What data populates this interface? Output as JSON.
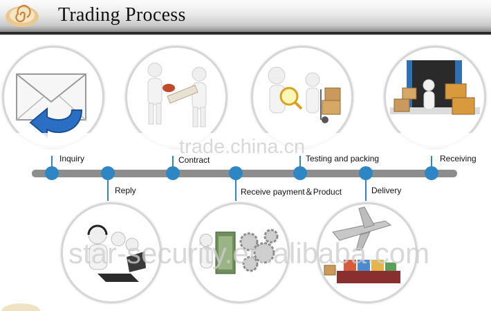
{
  "header": {
    "title": "Trading Process"
  },
  "steps_top": [
    {
      "label": "Inquiry",
      "icon": "envelope-with-arrow-icon"
    },
    {
      "label": "Contract",
      "icon": "handshake-contract-icon"
    },
    {
      "label": "Testing and packing",
      "icon": "inspection-packing-icon"
    },
    {
      "label": "Receiving",
      "icon": "warehouse-receiving-icon"
    }
  ],
  "steps_bottom": [
    {
      "label": "Reply",
      "icon": "call-center-icon"
    },
    {
      "label": "Receive payment＆Product",
      "icon": "money-and-gears-icon"
    },
    {
      "label": "Delivery",
      "icon": "plane-ship-delivery-icon"
    }
  ],
  "watermarks": {
    "primary": "trade.china.cn",
    "secondary": "star-security.en.alibaba.com"
  },
  "colors": {
    "timeline": "#8d8d8d",
    "node": "#2f86c4",
    "header_bar": "#2b2b2b"
  }
}
